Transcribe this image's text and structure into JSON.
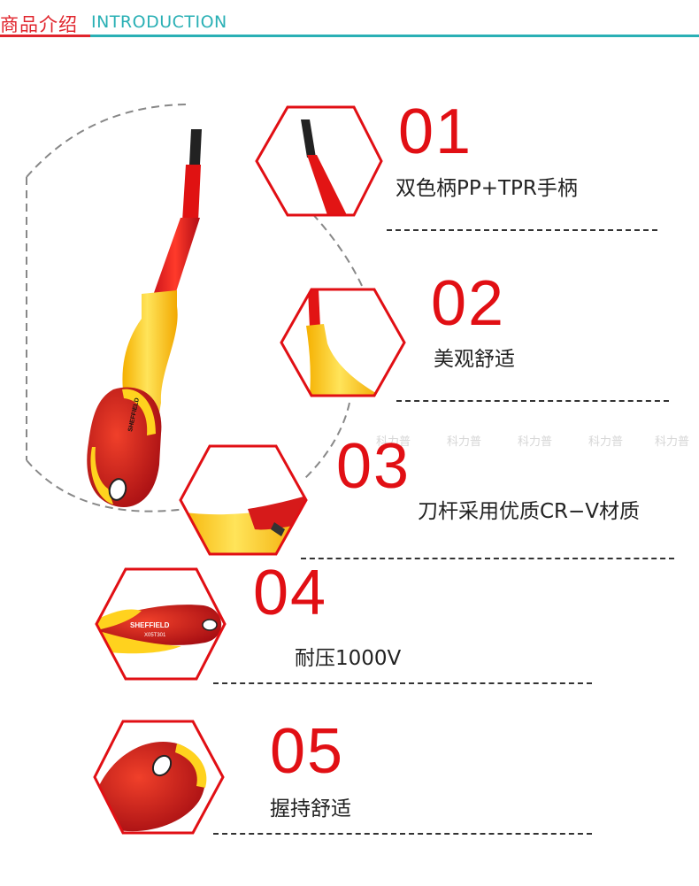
{
  "header": {
    "title_cn": "商品介绍",
    "title_en": "INTRODUCTION"
  },
  "features": [
    {
      "num": "01",
      "text": "双色柄PP+TPR手柄"
    },
    {
      "num": "02",
      "text": "美观舒适"
    },
    {
      "num": "03",
      "text": "刀杆采用优质CR−V材质"
    },
    {
      "num": "04",
      "text": "耐压1000V"
    },
    {
      "num": "05",
      "text": "握持舒适"
    }
  ],
  "brand": {
    "name": "SHEFFIELD",
    "model": "X05T301"
  },
  "watermark": "科力普",
  "colors": {
    "accent_red": "#e10f14",
    "teal": "#2ab0b5",
    "handle_yellow": "#ffd21e",
    "handle_red": "#d61a1a"
  }
}
